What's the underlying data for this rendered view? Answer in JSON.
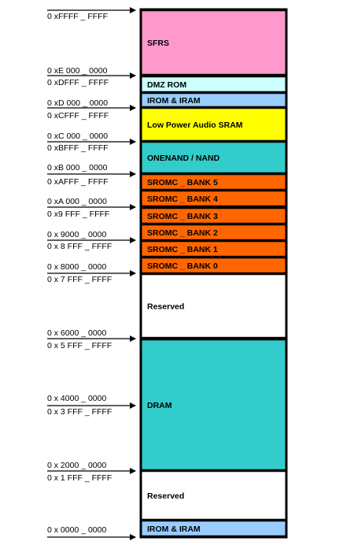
{
  "address_markers": [
    {
      "label": "0 xFFFF _ FFFF"
    },
    {
      "label": "0 xE 000 _ 0000"
    },
    {
      "label": "0 xDFFF _ FFFF"
    },
    {
      "label": "0 xD 000 _ 0000"
    },
    {
      "label": "0 xCFFF _ FFFF"
    },
    {
      "label": "0 xC 000 _ 0000"
    },
    {
      "label": "0 xBFFF _ FFFF"
    },
    {
      "label": "0 xB 000 _ 0000"
    },
    {
      "label": "0 xAFFF _ FFFF"
    },
    {
      "label": "0 xA 000 _ 0000"
    },
    {
      "label": "0 x9 FFF _ FFFF"
    },
    {
      "label": "0 x 9000 _ 0000"
    },
    {
      "label": "0 x 8 FFF _ FFFF"
    },
    {
      "label": "0 x 8000 _ 0000"
    },
    {
      "label": "0 x 7 FFF _ FFFF"
    },
    {
      "label": "0 x 6000 _ 0000"
    },
    {
      "label": "0 x 5 FFF _ FFFF"
    },
    {
      "label": "0 x 4000 _ 0000"
    },
    {
      "label": "0 x 3 FFF _ FFFF"
    },
    {
      "label": "0 x 2000 _ 0000"
    },
    {
      "label": "0 x 1 FFF _ FFFF"
    },
    {
      "label": "0 x 0000 _ 0000"
    }
  ],
  "regions": [
    {
      "label": "SFRS",
      "color": "#ff99cc"
    },
    {
      "label": "DMZ ROM",
      "color": "#ccffff"
    },
    {
      "label": "IROM  & IRAM",
      "color": "#99ccff"
    },
    {
      "label": "Low Power Audio SRAM",
      "color": "#ffff00"
    },
    {
      "label": "ONENAND  / NAND",
      "color": "#33cccc"
    },
    {
      "label": "SROMC _ BANK 5",
      "color": "#ff6600"
    },
    {
      "label": "SROMC _ BANK 4",
      "color": "#ff6600"
    },
    {
      "label": "SROMC _ BANK 3",
      "color": "#ff6600"
    },
    {
      "label": "SROMC _ BANK 2",
      "color": "#ff6600"
    },
    {
      "label": "SROMC _ BANK 1",
      "color": "#ff6600"
    },
    {
      "label": "SROMC _ BANK 0",
      "color": "#ff6600"
    },
    {
      "label": "Reserved",
      "color": "#ffffff"
    },
    {
      "label": "DRAM",
      "color": "#33cccc"
    },
    {
      "label": "Reserved",
      "color": "#ffffff"
    },
    {
      "label": "IROM  & IRAM",
      "color": "#99ccff"
    }
  ]
}
